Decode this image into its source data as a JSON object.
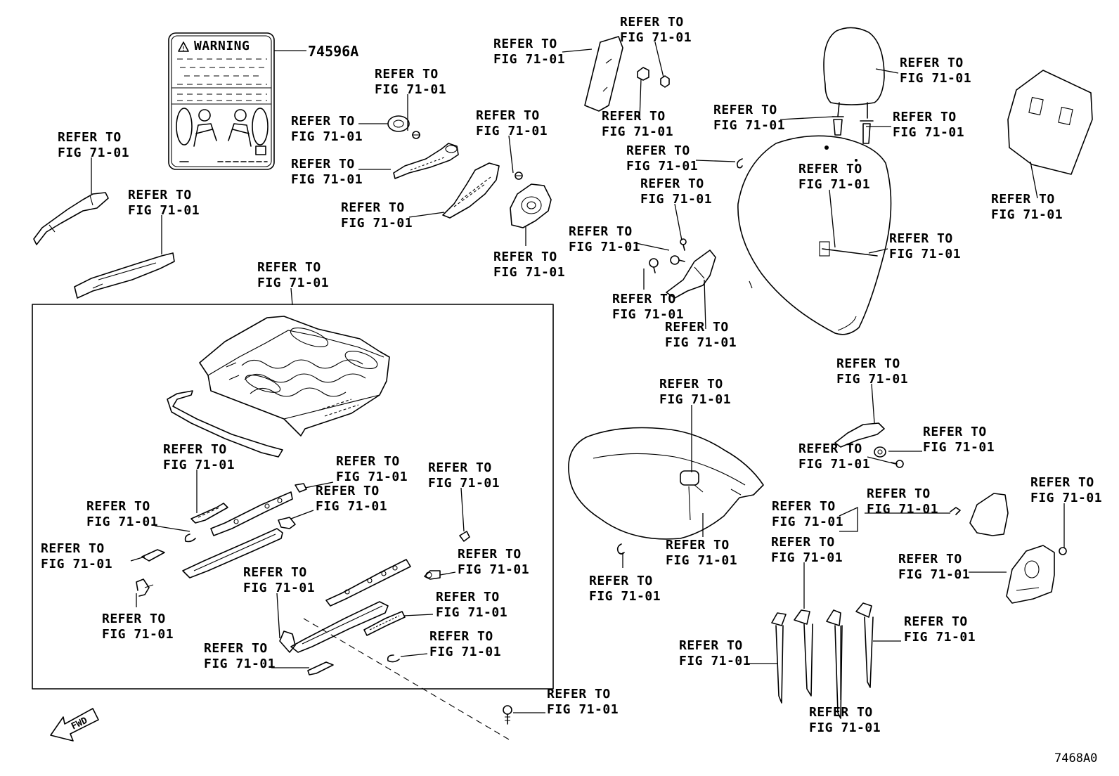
{
  "diagram": {
    "drawing_id": "7468A0",
    "fwd_label": "FWD",
    "warning_label": {
      "part_number": "74596A",
      "heading": "WARNING"
    },
    "callouts": [
      {
        "line1": "REFER TO",
        "line2": "FIG 71-01"
      },
      {
        "line1": "REFER TO",
        "line2": "FIG 71-01"
      },
      {
        "line1": "REFER TO",
        "line2": "FIG 71-01"
      },
      {
        "line1": "REFER TO",
        "line2": "FIG 71-01"
      },
      {
        "line1": "REFER TO",
        "line2": "FIG 71-01"
      },
      {
        "line1": "REFER TO",
        "line2": "FIG 71-01"
      },
      {
        "line1": "REFER TO",
        "line2": "FIG 71-01"
      },
      {
        "line1": "REFER TO",
        "line2": "FIG 71-01"
      },
      {
        "line1": "REFER TO",
        "line2": "FIG 71-01"
      },
      {
        "line1": "REFER TO",
        "line2": "FIG 71-01"
      },
      {
        "line1": "REFER TO",
        "line2": "FIG 71-01"
      },
      {
        "line1": "REFER TO",
        "line2": "FIG 71-01"
      },
      {
        "line1": "REFER TO",
        "line2": "FIG 71-01"
      },
      {
        "line1": "REFER TO",
        "line2": "FIG 71-01"
      },
      {
        "line1": "REFER TO",
        "line2": "FIG 71-01"
      },
      {
        "line1": "REFER TO",
        "line2": "FIG 71-01"
      },
      {
        "line1": "REFER TO",
        "line2": "FIG 71-01"
      },
      {
        "line1": "REFER TO",
        "line2": "FIG 71-01"
      },
      {
        "line1": "REFER TO",
        "line2": "FIG 71-01"
      },
      {
        "line1": "REFER TO",
        "line2": "FIG 71-01"
      },
      {
        "line1": "REFER TO",
        "line2": "FIG 71-01"
      },
      {
        "line1": "REFER TO",
        "line2": "FIG 71-01"
      },
      {
        "line1": "REFER TO",
        "line2": "FIG 71-01"
      },
      {
        "line1": "REFER TO",
        "line2": "FIG 71-01"
      },
      {
        "line1": "REFER TO",
        "line2": "FIG 71-01"
      },
      {
        "line1": "REFER TO",
        "line2": "FIG 71-01"
      },
      {
        "line1": "REFER TO",
        "line2": "FIG 71-01"
      },
      {
        "line1": "REFER TO",
        "line2": "FIG 71-01"
      },
      {
        "line1": "REFER TO",
        "line2": "FIG 71-01"
      },
      {
        "line1": "REFER TO",
        "line2": "FIG 71-01"
      },
      {
        "line1": "REFER TO",
        "line2": "FIG 71-01"
      },
      {
        "line1": "REFER TO",
        "line2": "FIG 71-01"
      },
      {
        "line1": "REFER TO",
        "line2": "FIG 71-01"
      },
      {
        "line1": "REFER TO",
        "line2": "FIG 71-01"
      },
      {
        "line1": "REFER TO",
        "line2": "FIG 71-01"
      },
      {
        "line1": "REFER TO",
        "line2": "FIG 71-01"
      },
      {
        "line1": "REFER TO",
        "line2": "FIG 71-01"
      },
      {
        "line1": "REFER TO",
        "line2": "FIG 71-01"
      },
      {
        "line1": "REFER TO",
        "line2": "FIG 71-01"
      },
      {
        "line1": "REFER TO",
        "line2": "FIG 71-01"
      },
      {
        "line1": "REFER TO",
        "line2": "FIG 71-01"
      },
      {
        "line1": "REFER TO",
        "line2": "FIG 71-01"
      },
      {
        "line1": "REFER TO",
        "line2": "FIG 71-01"
      },
      {
        "line1": "REFER TO",
        "line2": "FIG 71-01"
      },
      {
        "line1": "REFER TO",
        "line2": "FIG 71-01"
      },
      {
        "line1": "REFER TO",
        "line2": "FIG 71-01"
      }
    ]
  }
}
